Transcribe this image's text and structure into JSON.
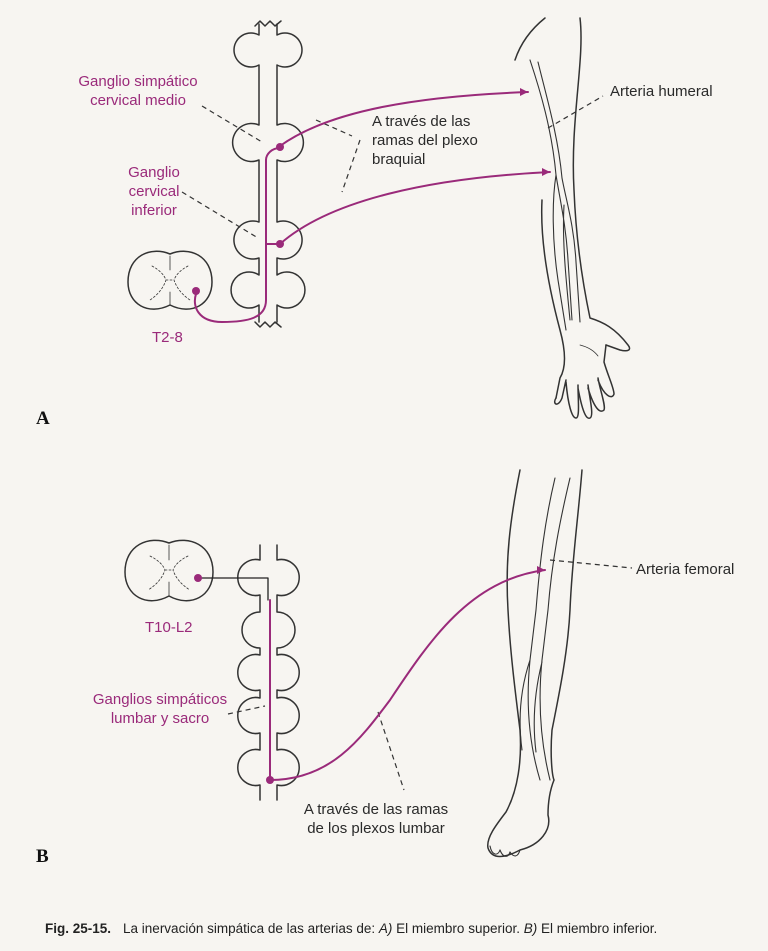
{
  "panel_a": {
    "letter": "A",
    "ganglio_medio": [
      "Ganglio simpático",
      "cervical medio"
    ],
    "ganglio_inferior": [
      "Ganglio",
      "cervical",
      "inferior"
    ],
    "segment": "T2-8",
    "via": [
      "A través de las",
      "ramas del plexo",
      "braquial"
    ],
    "artery": "Arteria humeral"
  },
  "panel_b": {
    "letter": "B",
    "segment": "T10-L2",
    "ganglios": [
      "Ganglios simpáticos",
      "lumbar y sacro"
    ],
    "via": [
      "A través de las ramas",
      "de los plexos lumbar"
    ],
    "artery": "Arteria femoral"
  },
  "caption": {
    "number": "Fig. 25-15.",
    "text_1": "La inervación simpática de las arterias de: ",
    "part_a": "A)",
    "text_2": " El miembro superior. ",
    "part_b": "B)",
    "text_3": " El miembro inferior."
  },
  "colors": {
    "nerve": "#9a2a7a",
    "line": "#333333",
    "background": "#f7f5f1"
  }
}
